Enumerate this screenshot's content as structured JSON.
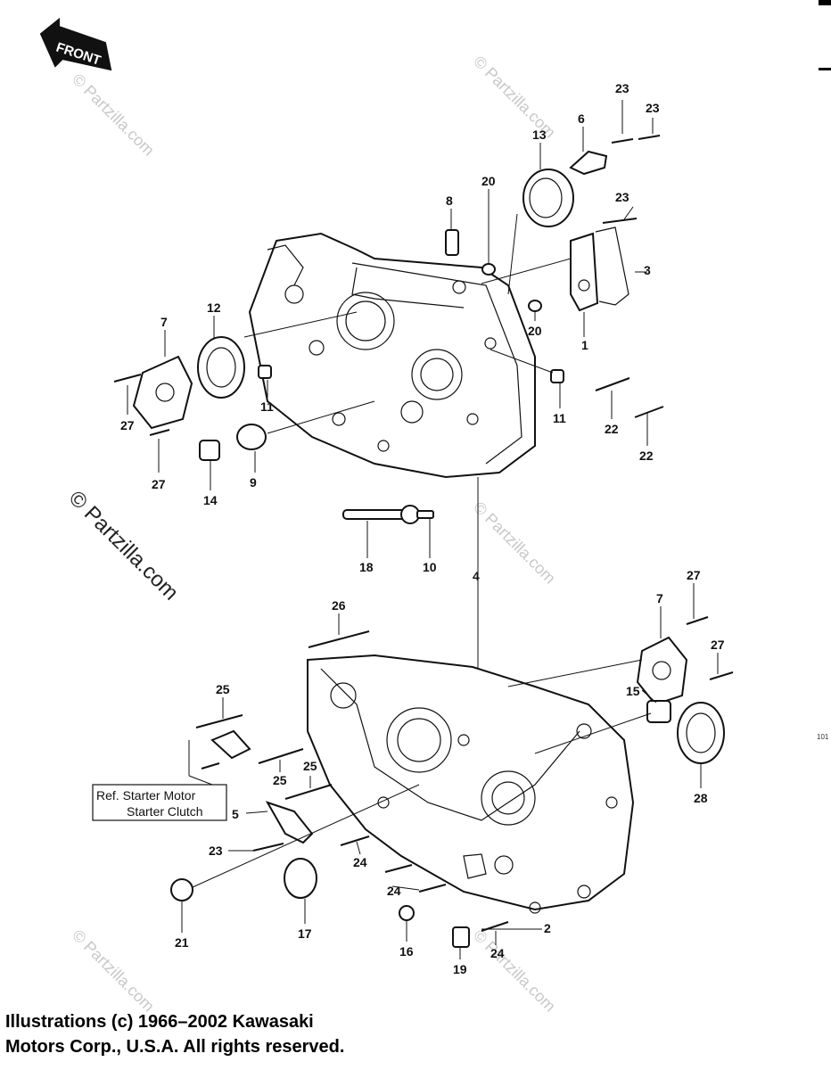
{
  "front_label": "FRONT",
  "watermark": "© Partzilla.com",
  "reference_box": {
    "line1": "Ref. Starter  Motor",
    "line2": "Starter Clutch"
  },
  "copyright": {
    "line1": "Illustrations (c) 1966–2002 Kawasaki",
    "line2": "Motors Corp., U.S.A.  All rights reserved."
  },
  "side_code": "101",
  "callouts": {
    "c1": "1",
    "c2": "2",
    "c3": "3",
    "c4": "4",
    "c5": "5",
    "c6": "6",
    "c7a": "7",
    "c7b": "7",
    "c8": "8",
    "c9": "9",
    "c10": "10",
    "c11a": "11",
    "c11b": "11",
    "c12": "12",
    "c13": "13",
    "c14": "14",
    "c15": "15",
    "c16": "16",
    "c17": "17",
    "c18": "18",
    "c19": "19",
    "c20a": "20",
    "c20b": "20",
    "c21": "21",
    "c22a": "22",
    "c22b": "22",
    "c23a": "23",
    "c23b": "23",
    "c23c": "23",
    "c23d": "23",
    "c24a": "24",
    "c24b": "24",
    "c24c": "24",
    "c25a": "25",
    "c25b": "25",
    "c25c": "25",
    "c26": "26",
    "c27a": "27",
    "c27b": "27",
    "c27c": "27",
    "c27d": "27",
    "c28": "28"
  }
}
